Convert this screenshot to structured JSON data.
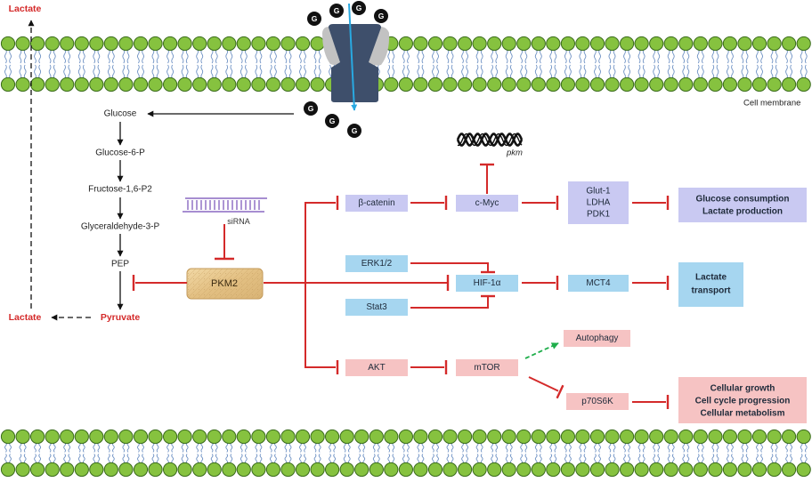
{
  "membrane": {
    "label": "Cell membrane"
  },
  "transporter": {
    "glucose": [
      "G",
      "G",
      "G",
      "G",
      "G",
      "G",
      "G"
    ]
  },
  "lactate": {
    "top": "Lactate",
    "left": "Lactate"
  },
  "glycolysis": {
    "steps": [
      "Glucose",
      "Glucose-6-P",
      "Fructose-1,6-P2",
      "Glyceraldehyde-3-P",
      "PEP",
      "Pyruvate"
    ]
  },
  "sirna": {
    "label": "siRNA"
  },
  "pkm2": {
    "label": "PKM2"
  },
  "pkm_gene": {
    "label": "pkm"
  },
  "nodes": {
    "beta_catenin": "β-catenin",
    "c_myc": "c-Myc",
    "glut_ldha_pdk": [
      "Glut-1",
      "LDHA",
      "PDK1"
    ],
    "glucose_outcome": [
      "Glucose consumption",
      "Lactate production"
    ],
    "erk": "ERK1/2",
    "hif": "HIF-1α",
    "stat3": "Stat3",
    "mct4": "MCT4",
    "lactate_transport": [
      "Lactate",
      "transport"
    ],
    "akt": "AKT",
    "mtor": "mTOR",
    "autophagy": "Autophagy",
    "p70s6k": "p70S6K",
    "growth_outcome": [
      "Cellular growth",
      "Cell cycle progression",
      "Cellular metabolism"
    ]
  },
  "colors": {
    "lavender_box": "#c9c9f2",
    "blue_box": "#a6d6f0",
    "pink_box": "#f6c3c3",
    "pkm2_box": "#e7c68a",
    "inhibition": "#d42a2a",
    "activation": "#1fae4b",
    "lipid_head": "#86c23f",
    "transport_arrow": "#29a9e1"
  }
}
